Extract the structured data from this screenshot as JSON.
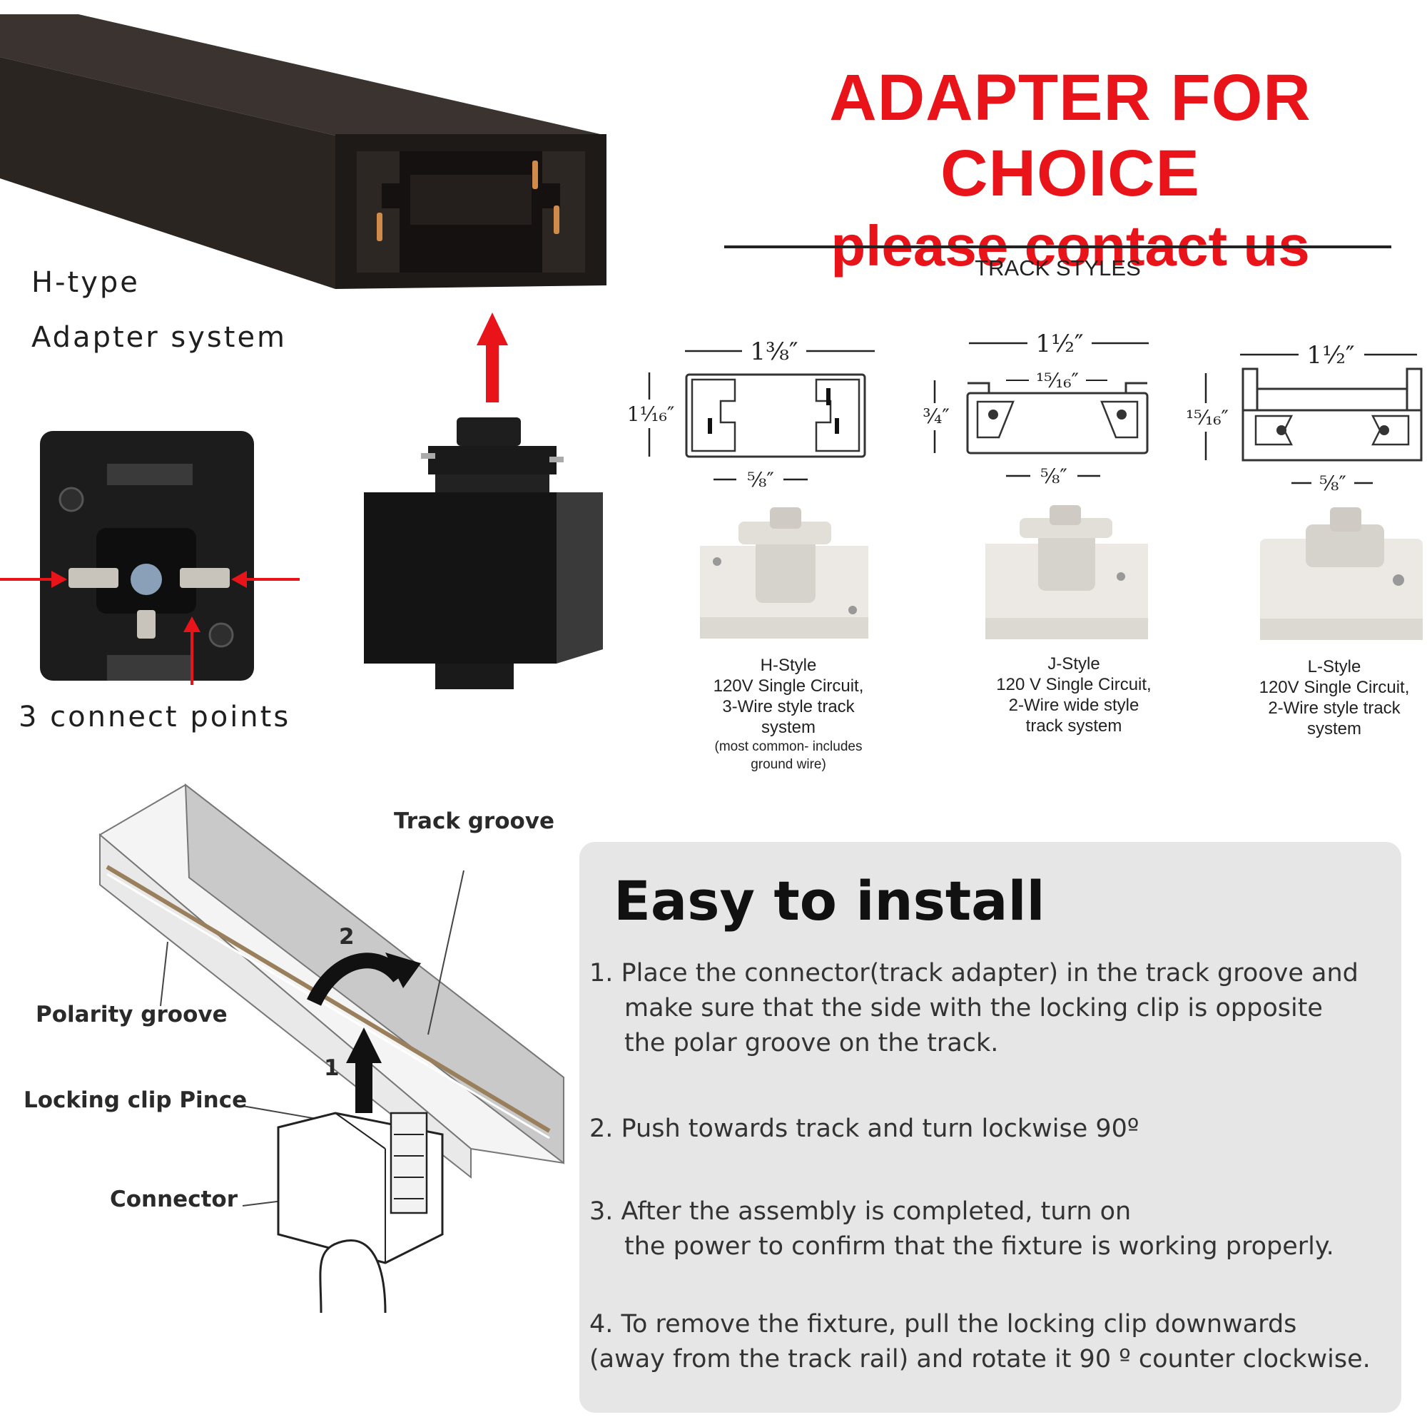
{
  "headline": {
    "line1": "ADAPTER FOR CHOICE",
    "line2": "please contact us"
  },
  "track_styles": {
    "title": "TRACK STYLES",
    "styles": [
      {
        "dims": {
          "width": "1⅜″",
          "height": "1¹⁄₁₆″",
          "bottom": "⅝″"
        },
        "name": "H-Style",
        "desc_lines": [
          "120V Single Circuit,",
          "3-Wire style track",
          "system"
        ],
        "note_lines": [
          "(most common- includes",
          "ground wire)"
        ]
      },
      {
        "dims": {
          "width": "1½″",
          "height": "¾″",
          "inner": "¹⁵⁄₁₆″",
          "bottom": "⅝″"
        },
        "name": "J-Style",
        "desc_lines": [
          "120 V Single Circuit,",
          "2-Wire wide style",
          "track system"
        ]
      },
      {
        "dims": {
          "width": "1½″",
          "height": "¹⁵⁄₁₆″",
          "bottom": "⅝″"
        },
        "name": "L-Style",
        "desc_lines": [
          "120V Single Circuit,",
          "2-Wire style track",
          "system"
        ]
      }
    ]
  },
  "product": {
    "label_type": "H-type",
    "label_system": "Adapter system",
    "label_points": "3 connect points"
  },
  "diagram": {
    "track_groove": "Track groove",
    "polarity_groove": "Polarity groove",
    "locking_clip": "Locking clip Pince",
    "connector": "Connector",
    "step1": "1",
    "step2": "2"
  },
  "install": {
    "title": "Easy to install",
    "steps": [
      {
        "num": "1.",
        "lines": [
          "Place the connector(track adapter) in the track groove and",
          "make sure that the side with the locking clip is opposite",
          "the polar groove on the track."
        ]
      },
      {
        "num": "2.",
        "lines": [
          "Push towards track and turn lockwise 90º"
        ]
      },
      {
        "num": "3.",
        "lines": [
          "After the assembly is completed, turn on",
          "the power to confirm that the fixture is working properly."
        ]
      },
      {
        "num": "4.",
        "lines": [
          "To remove the fixture, pull the locking clip downwards",
          "(away from the track rail) and rotate it 90 º counter clockwise."
        ]
      }
    ]
  },
  "colors": {
    "accent_red": "#e8141a",
    "track_dark": "#2a2522",
    "panel_bg": "#e6e6e6"
  }
}
